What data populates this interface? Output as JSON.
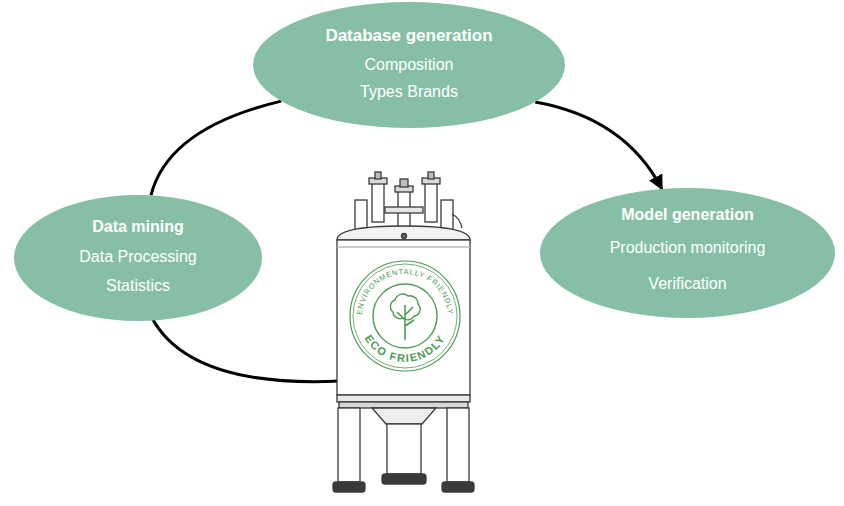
{
  "diagram": {
    "nodes": [
      {
        "text": [
          "Database generation",
          "Composition Types Brands"
        ]
      },
      {
        "text": [
          "Data mining",
          "Data Processing Statistics"
        ]
      },
      {
        "text": [
          "Model generation",
          "Production monitoring Verification"
        ]
      }
    ],
    "edges": [
      {
        "from": 1,
        "to": 0,
        "arrow": "none"
      },
      {
        "from": 0,
        "to": 2,
        "arrow": "to"
      }
    ],
    "labels": [
      "ENVIRONMENTALLY FRIENDLY",
      "ECO FRIENDLY"
    ]
  }
}
